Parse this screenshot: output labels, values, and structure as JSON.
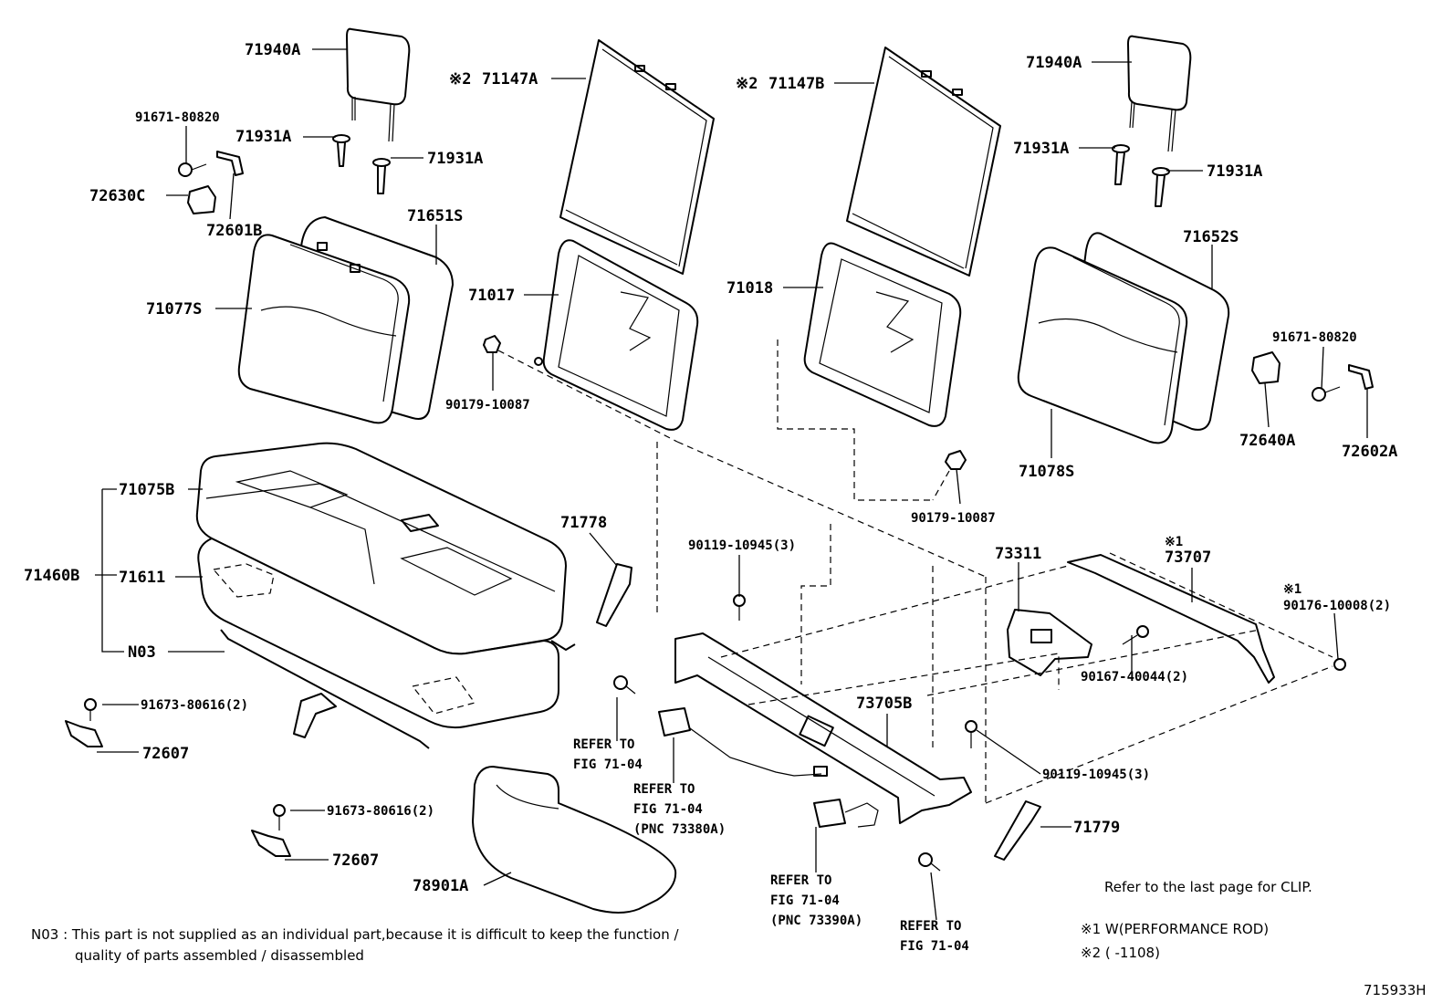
{
  "labels": {
    "l_71940A_left": "71940A",
    "l_91671_left": "91671-80820",
    "l_71931A_1": "71931A",
    "l_71931A_2": "71931A",
    "l_72630C": "72630C",
    "l_72601B": "72601B",
    "l_71651S": "71651S",
    "l_71077S": "71077S",
    "l_71147A": "71147A",
    "l_71147A_mark": "※2",
    "l_71017": "71017",
    "l_90179_left": "90179-10087",
    "l_71147B": "71147B",
    "l_71147B_mark": "※2",
    "l_71018": "71018",
    "l_71940A_right": "71940A",
    "l_71931A_3": "71931A",
    "l_71931A_4": "71931A",
    "l_71652S": "71652S",
    "l_91671_right": "91671-80820",
    "l_72640A": "72640A",
    "l_72602A": "72602A",
    "l_71078S": "71078S",
    "l_90179_right": "90179-10087",
    "l_71075B": "71075B",
    "l_71460B": "71460B",
    "l_71611": "71611",
    "l_N03": "N03",
    "l_91673_1": "91673-80616(2)",
    "l_72607_1": "72607",
    "l_91673_2": "91673-80616(2)",
    "l_72607_2": "72607",
    "l_78901A": "78901A",
    "l_71778": "71778",
    "l_90119_1": "90119-10945(3)",
    "l_73311": "73311",
    "l_73707_mark": "※1",
    "l_73707": "73707",
    "l_90176_mark": "※1",
    "l_90176": "90176-10008(2)",
    "l_90167": "90167-40044(2)",
    "l_73705B": "73705B",
    "l_90119_2": "90119-10945(3)",
    "l_71779": "71779",
    "ref1_a": "REFER TO",
    "ref1_b": "FIG 71-04",
    "ref2_a": "REFER TO",
    "ref2_b": "FIG 71-04",
    "ref2_c": "(PNC 73380A)",
    "ref3_a": "REFER TO",
    "ref3_b": "FIG 71-04",
    "ref3_c": "(PNC 73390A)",
    "ref4_a": "REFER TO",
    "ref4_b": "FIG 71-04"
  },
  "notes": {
    "clip": "Refer to the last page for CLIP.",
    "n03_line1": "N03 : This part is not supplied as an individual part,because it is difficult to keep the function /",
    "n03_line2": "quality of parts assembled / disassembled",
    "mark1": "※1 W(PERFORMANCE ROD)",
    "mark2": "※2 (        -1108)",
    "fig_id": "715933H"
  }
}
